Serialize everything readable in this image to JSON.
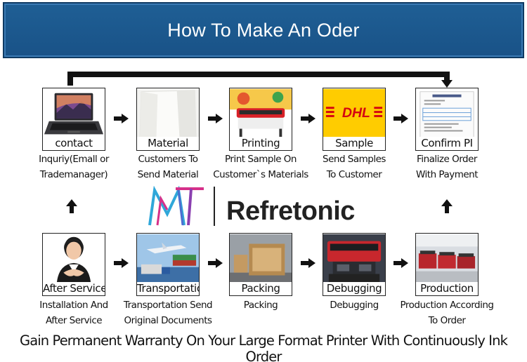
{
  "header": {
    "title": "How To Make An Oder"
  },
  "brand": {
    "name": "Refretonic",
    "monogram": "MT"
  },
  "top_row": [
    {
      "label": "contact",
      "caption": [
        "Inquriy(Emall or",
        "Trademanager)"
      ],
      "icon": "laptop-icon"
    },
    {
      "label": "Material",
      "caption": [
        "Customers To",
        "Send Material"
      ],
      "icon": "fabric-roll-icon"
    },
    {
      "label": "Printing",
      "caption": [
        "Print Sample On",
        "Customer`s Materials"
      ],
      "icon": "printer-icon"
    },
    {
      "label": "Sample",
      "caption": [
        "Send Samples",
        "To Customer"
      ],
      "icon": "dhl-logo-icon"
    },
    {
      "label": "Confirm PI",
      "caption": [
        "Finalize Order",
        "With Payment"
      ],
      "icon": "invoice-document-icon"
    }
  ],
  "bottom_row": [
    {
      "label": "After Service",
      "caption": [
        "Installation And",
        "After Service"
      ],
      "icon": "support-agent-icon"
    },
    {
      "label": "Transportation",
      "caption": [
        "Transportation Send",
        "Original Documents"
      ],
      "icon": "transport-icon"
    },
    {
      "label": "Packing",
      "caption": [
        "Packing"
      ],
      "icon": "wooden-crate-icon"
    },
    {
      "label": "Debugging",
      "caption": [
        "Debugging"
      ],
      "icon": "printer-machine-icon"
    },
    {
      "label": "Production",
      "caption": [
        "Production According",
        "To Order"
      ],
      "icon": "factory-floor-icon"
    }
  ],
  "footer": {
    "text": "Gain Permanent Warranty On Your Large Format Printer With Continuously Ink Order"
  },
  "colors": {
    "banner": "#1f5f95",
    "dhl_yellow": "#ffcc00",
    "dhl_red": "#d40511",
    "brand_red": "#c8202a"
  }
}
